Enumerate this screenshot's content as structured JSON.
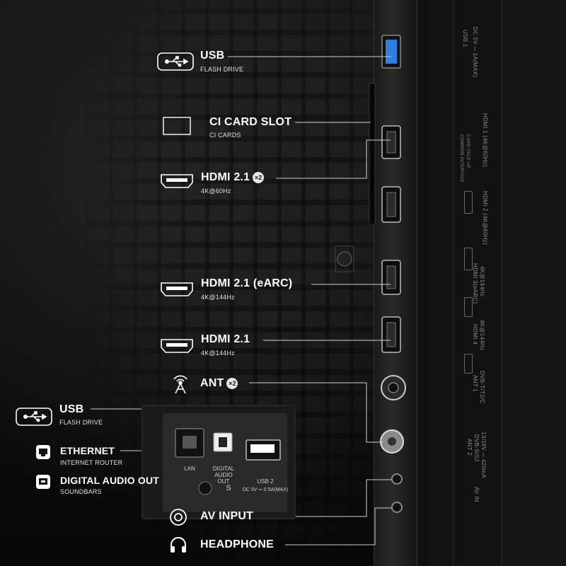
{
  "callouts": {
    "usb_top": {
      "title": "USB",
      "sub": "FLASH DRIVE"
    },
    "ci": {
      "title": "CI CARD SLOT",
      "sub": "CI CARDS"
    },
    "hdmi_x2": {
      "title": "HDMI 2.1",
      "badge": "×2",
      "sub": "4K@60Hz"
    },
    "hdmi_earc": {
      "title": "HDMI 2.1 (eARC)",
      "sub": "4K@144Hz"
    },
    "hdmi": {
      "title": "HDMI 2.1",
      "sub": "4K@144Hz"
    },
    "ant": {
      "title": "ANT",
      "badge": "×2"
    },
    "usb_bottom": {
      "title": "USB",
      "sub": "FLASH DRIVE"
    },
    "ethernet": {
      "title": "ETHERNET",
      "sub": "INTERNET ROUTER"
    },
    "optical": {
      "title": "DIGITAL AUDIO OUT",
      "sub": "SOUNDBARS"
    },
    "av": {
      "title": "AV INPUT"
    },
    "headphone": {
      "title": "HEADPHONE"
    }
  },
  "panel_labels": {
    "lan": "LAN",
    "digital_audio_out": "DIGITAL\nAUDIO OUT",
    "usb2": "USB 2",
    "usb2_rating": "DC 5V ⎓ 0.5A(MAX)",
    "s_mark": "S"
  },
  "side_labels": {
    "usb1": "USB 1",
    "usb1_rating": "DC 5V ⎓ 1A(MAX)",
    "common_interface": "COMMON INTERFACE",
    "card_face_up": "CARD FACE UP",
    "hdmi1": "HDMI 1 (4K@60Hz)",
    "hdmi2": "HDMI 2 (4K@60Hz)",
    "hdmi3": "HDMI 3(eARC)",
    "hdmi3_spec": "4K@144Hz",
    "hdmi4": "HDMI 4",
    "hdmi4_spec": "4K@144Hz",
    "ant1": "ANT 1",
    "ant1_spec": "DVB-T/T2/C",
    "ant2": "ANT 2",
    "ant2_spec": "DVB-S/S2",
    "ant2_rating": "13/18V ⎓ 420mA",
    "av_in": "AV IN"
  },
  "colors": {
    "usb_blue": "#2f7fe0",
    "text": "#ffffff",
    "line": "#cfcfcf"
  }
}
